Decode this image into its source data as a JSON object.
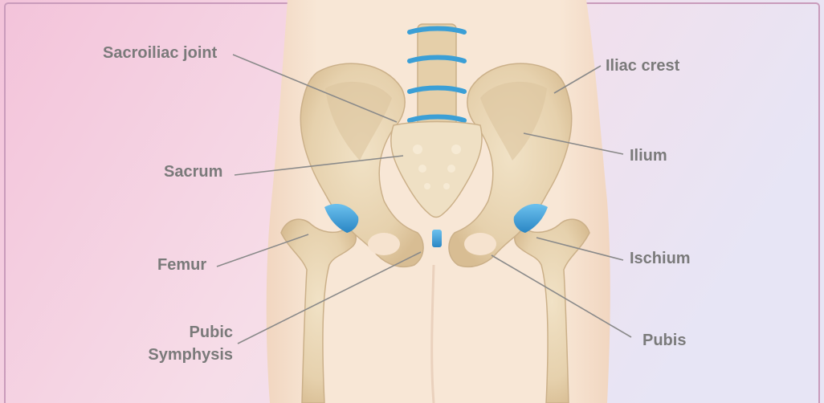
{
  "labels": {
    "sacroiliac_joint": "Sacroiliac joint",
    "iliac_crest": "Iliac crest",
    "sacrum": "Sacrum",
    "ilium": "Ilium",
    "femur": "Femur",
    "ischium": "Ischium",
    "pubic_line1": "Pubic",
    "pubic_line2": "Symphysis",
    "pubis": "Pubis"
  },
  "colors": {
    "bone": "#e9d6b4",
    "bone_shade": "#d9c099",
    "cartilage": "#3b9fd6",
    "body": "#f6e3cf",
    "background_left": "#f4c6dc",
    "background_right": "#e6e4f4",
    "leader_line": "#8a8a8a",
    "label_text": "#7a7a7a",
    "frame": "#c99bbb"
  }
}
